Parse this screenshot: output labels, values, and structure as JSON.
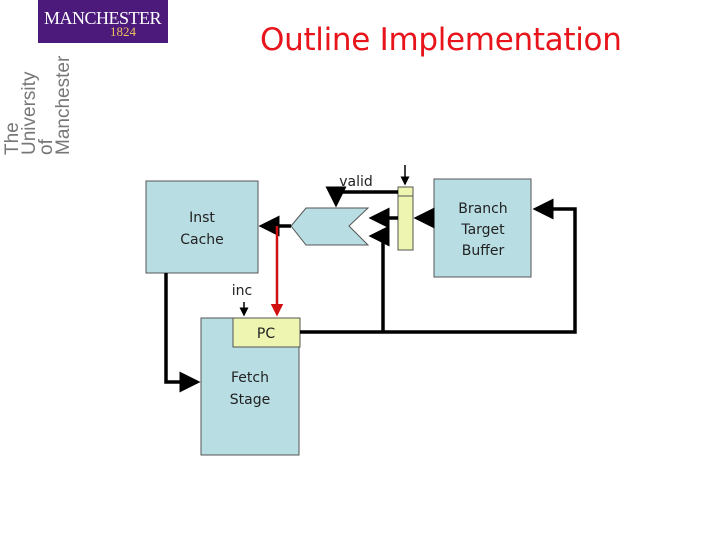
{
  "logo": {
    "name": "MANCHESTER",
    "year": "1824",
    "university": "The University of Manchester",
    "university_line1": "The University",
    "university_line2": "of Manchester"
  },
  "title": "Outline Implementation",
  "diagram": {
    "inst_cache": [
      "Inst",
      "Cache"
    ],
    "btb": [
      "Branch",
      "Target",
      "Buffer"
    ],
    "fetch_stage": [
      "Fetch",
      "Stage"
    ],
    "pc": "PC",
    "inc": "inc",
    "valid": "valid",
    "colors": {
      "block": "#b8dde3",
      "register": "#eef5b0",
      "highlight_wire": "#d01010",
      "title": "#e8141b",
      "logo_bg": "#4b1a7a"
    }
  }
}
